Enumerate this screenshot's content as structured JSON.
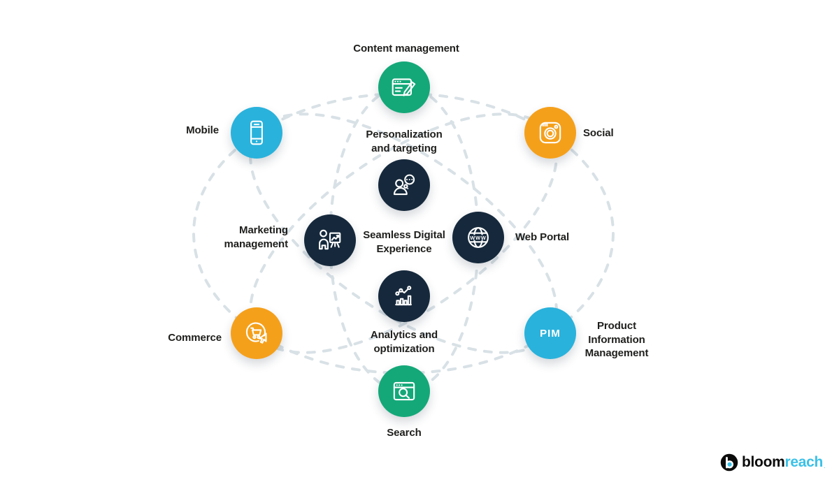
{
  "center": {
    "label": "Seamless Digital Experience"
  },
  "nodes": [
    {
      "id": "content-management",
      "label": "Content management",
      "color": "green",
      "icon": "content-icon"
    },
    {
      "id": "mobile",
      "label": "Mobile",
      "color": "cyan",
      "icon": "mobile-icon"
    },
    {
      "id": "social",
      "label": "Social",
      "color": "orange",
      "icon": "social-icon"
    },
    {
      "id": "personalization",
      "label": "Personalization and targeting",
      "color": "navy",
      "icon": "person-thought-bubble-icon"
    },
    {
      "id": "marketing",
      "label": "Marketing management",
      "color": "navy",
      "icon": "presenter-easel-icon"
    },
    {
      "id": "web-portal",
      "label": "Web Portal",
      "color": "navy",
      "icon": "www-globe-icon"
    },
    {
      "id": "analytics",
      "label": "Analytics and optimization",
      "color": "navy",
      "icon": "chart-bars-icon"
    },
    {
      "id": "commerce",
      "label": "Commerce",
      "color": "orange",
      "icon": "cart-cursor-icon"
    },
    {
      "id": "pim",
      "label": "Product Information Management",
      "color": "cyan",
      "badge": "PIM"
    },
    {
      "id": "search",
      "label": "Search",
      "color": "green",
      "icon": "browser-magnifier-icon"
    }
  ],
  "webportal_icon_text": "WWW",
  "logo": {
    "part1": "bloom",
    "part2": "reach",
    "tm": "."
  },
  "colors": {
    "green": "#14A878",
    "cyan": "#29B2DC",
    "orange": "#F5A01B",
    "navy": "#16293C",
    "dash": "#D8E1E6",
    "text": "#1E1E1C",
    "logo_black": "#0B0B0B",
    "logo_cyan": "#3BC1E8"
  }
}
